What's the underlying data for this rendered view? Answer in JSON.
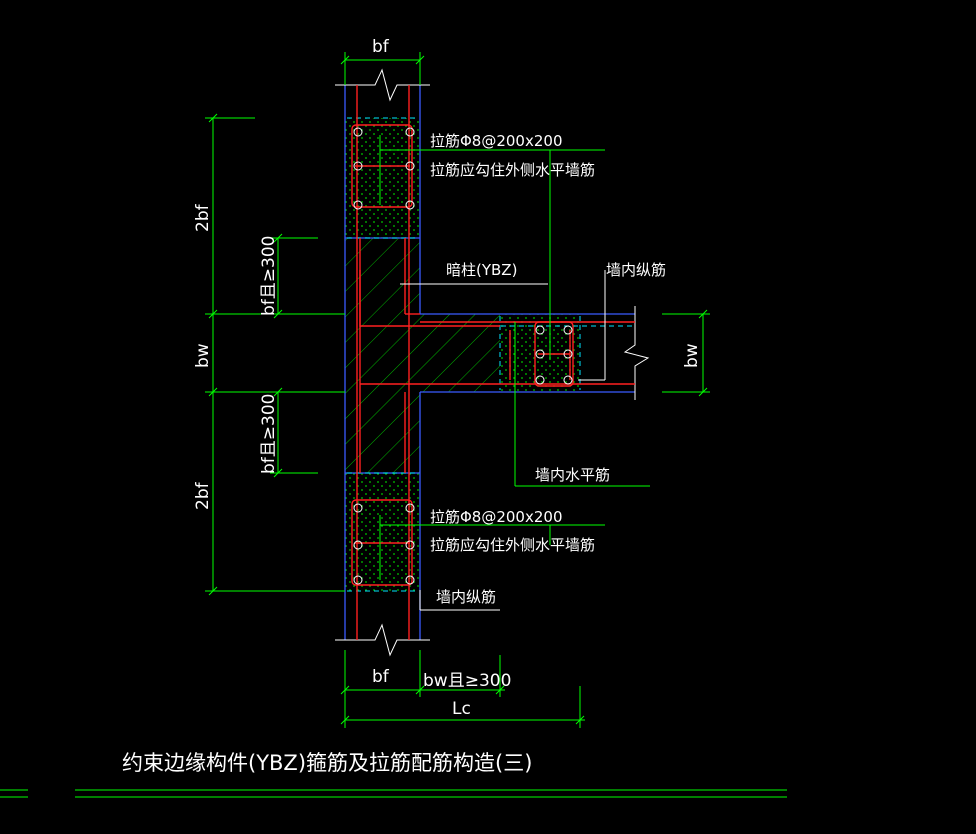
{
  "diagram": {
    "title": "约束边缘构件(YBZ)箍筋及拉筋配筋构造(三)",
    "colors": {
      "background": "#000000",
      "dimension": "#00ff00",
      "wall_edge": "#3a5bff",
      "rebar": "#ff2020",
      "text": "#ffffff",
      "hidden_line": "#00e5ff"
    },
    "labels": {
      "bf_top": "bf",
      "bf_bottom": "bf",
      "bw_bottom": "bw且≥300",
      "lc": "Lc",
      "two_bf_upper": "2bf",
      "two_bf_lower": "2bf",
      "bw_left": "bw",
      "bf_300_upper": "bf且≥300",
      "bf_300_lower": "bf且≥300",
      "bw_right": "bw",
      "column": "暗柱(YBZ)",
      "wall_long_bar_right": "墙内纵筋",
      "wall_long_bar_bottom": "墙内纵筋",
      "horizontal_bar": "墙内水平筋",
      "tie_upper_1": "拉筋Φ8@200x200",
      "tie_upper_2": "拉筋应勾住外侧水平墙筋",
      "tie_lower_1": "拉筋Φ8@200x200",
      "tie_lower_2": "拉筋应勾住外侧水平墙筋"
    }
  }
}
